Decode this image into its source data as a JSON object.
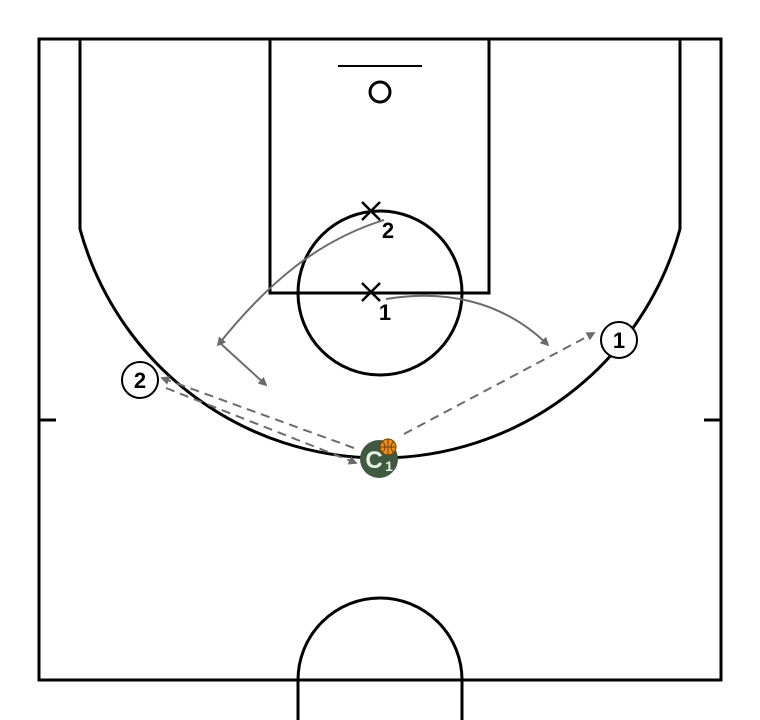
{
  "colors": {
    "court_line": "#000000",
    "movement_arrow": "#6b6b6b",
    "pass_arrow": "#6b6b6b",
    "coach_fill": "#3f5a40",
    "ball_fill": "#e8901e"
  },
  "offense": [
    {
      "label": "1"
    },
    {
      "label": "2"
    }
  ],
  "defense": [
    {
      "label": "1"
    },
    {
      "label": "2"
    }
  ],
  "coach": {
    "label": "C",
    "subscript": "1",
    "icon": "basketball-icon"
  }
}
